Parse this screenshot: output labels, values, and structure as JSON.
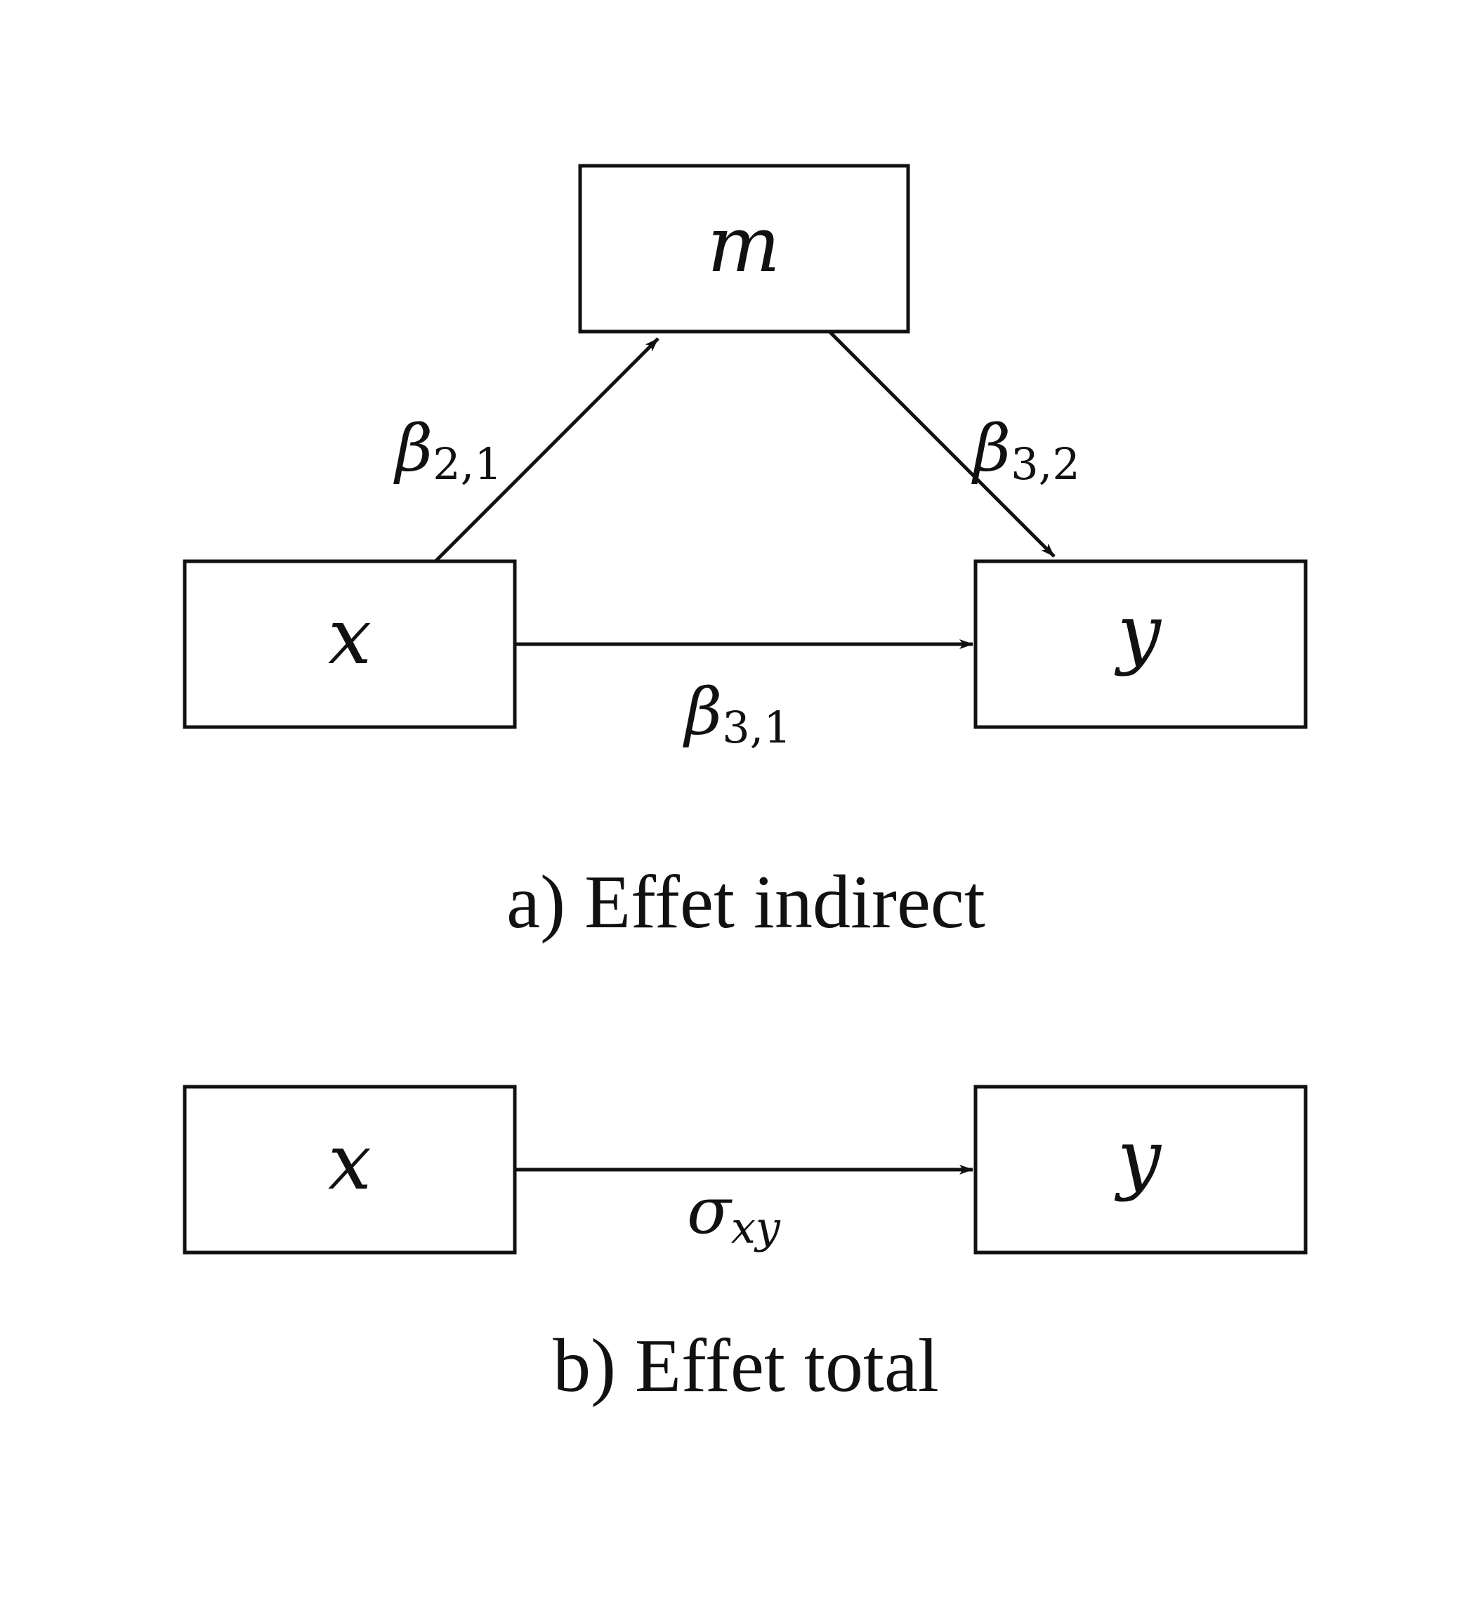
{
  "panel_a": {
    "nodes": {
      "m": "m",
      "x": "x",
      "y": "y"
    },
    "edges": {
      "x_to_m": {
        "symbol": "β",
        "subscript": "2,1"
      },
      "m_to_y": {
        "symbol": "β",
        "subscript": "3,2"
      },
      "x_to_y": {
        "symbol": "β",
        "subscript": "3,1"
      }
    },
    "caption": "a) Effet indirect"
  },
  "panel_b": {
    "nodes": {
      "x": "x",
      "y": "y"
    },
    "edges": {
      "x_to_y": {
        "symbol": "σ",
        "subscript": "xy"
      }
    },
    "caption": "b) Effet total"
  },
  "colors": {
    "stroke": "#111111",
    "background": "#ffffff"
  }
}
